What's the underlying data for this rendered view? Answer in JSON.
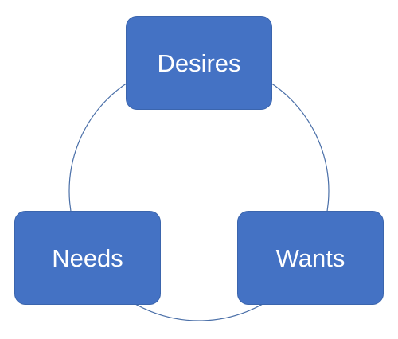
{
  "diagram": {
    "type": "cycle",
    "colors": {
      "node_fill": "#4472c4",
      "node_text": "#ffffff",
      "connector": "#4a6fa8"
    },
    "nodes": [
      {
        "id": "desires",
        "label": "Desires"
      },
      {
        "id": "wants",
        "label": "Wants"
      },
      {
        "id": "needs",
        "label": "Needs"
      }
    ]
  }
}
